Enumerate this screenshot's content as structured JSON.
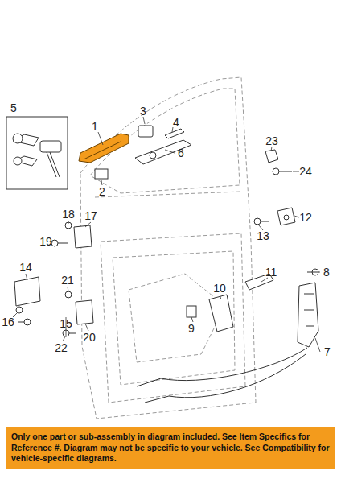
{
  "diagram": {
    "nodes": [
      {
        "text": [
          "Only one part or sub-assembly in diagram included. See Item Specifics for Reference #. Diagram may not be specific to your vehicle. See Compatibility for vehicle-specific diagrams."
        ]
      }
    ],
    "labels": [
      "1",
      "2",
      "3",
      "4",
      "5",
      "6",
      "7",
      "8",
      "9",
      "10",
      "11",
      "12",
      "13",
      "14",
      "15",
      "16",
      "17",
      "18",
      "19",
      "20",
      "21",
      "22",
      "23",
      "24"
    ]
  }
}
